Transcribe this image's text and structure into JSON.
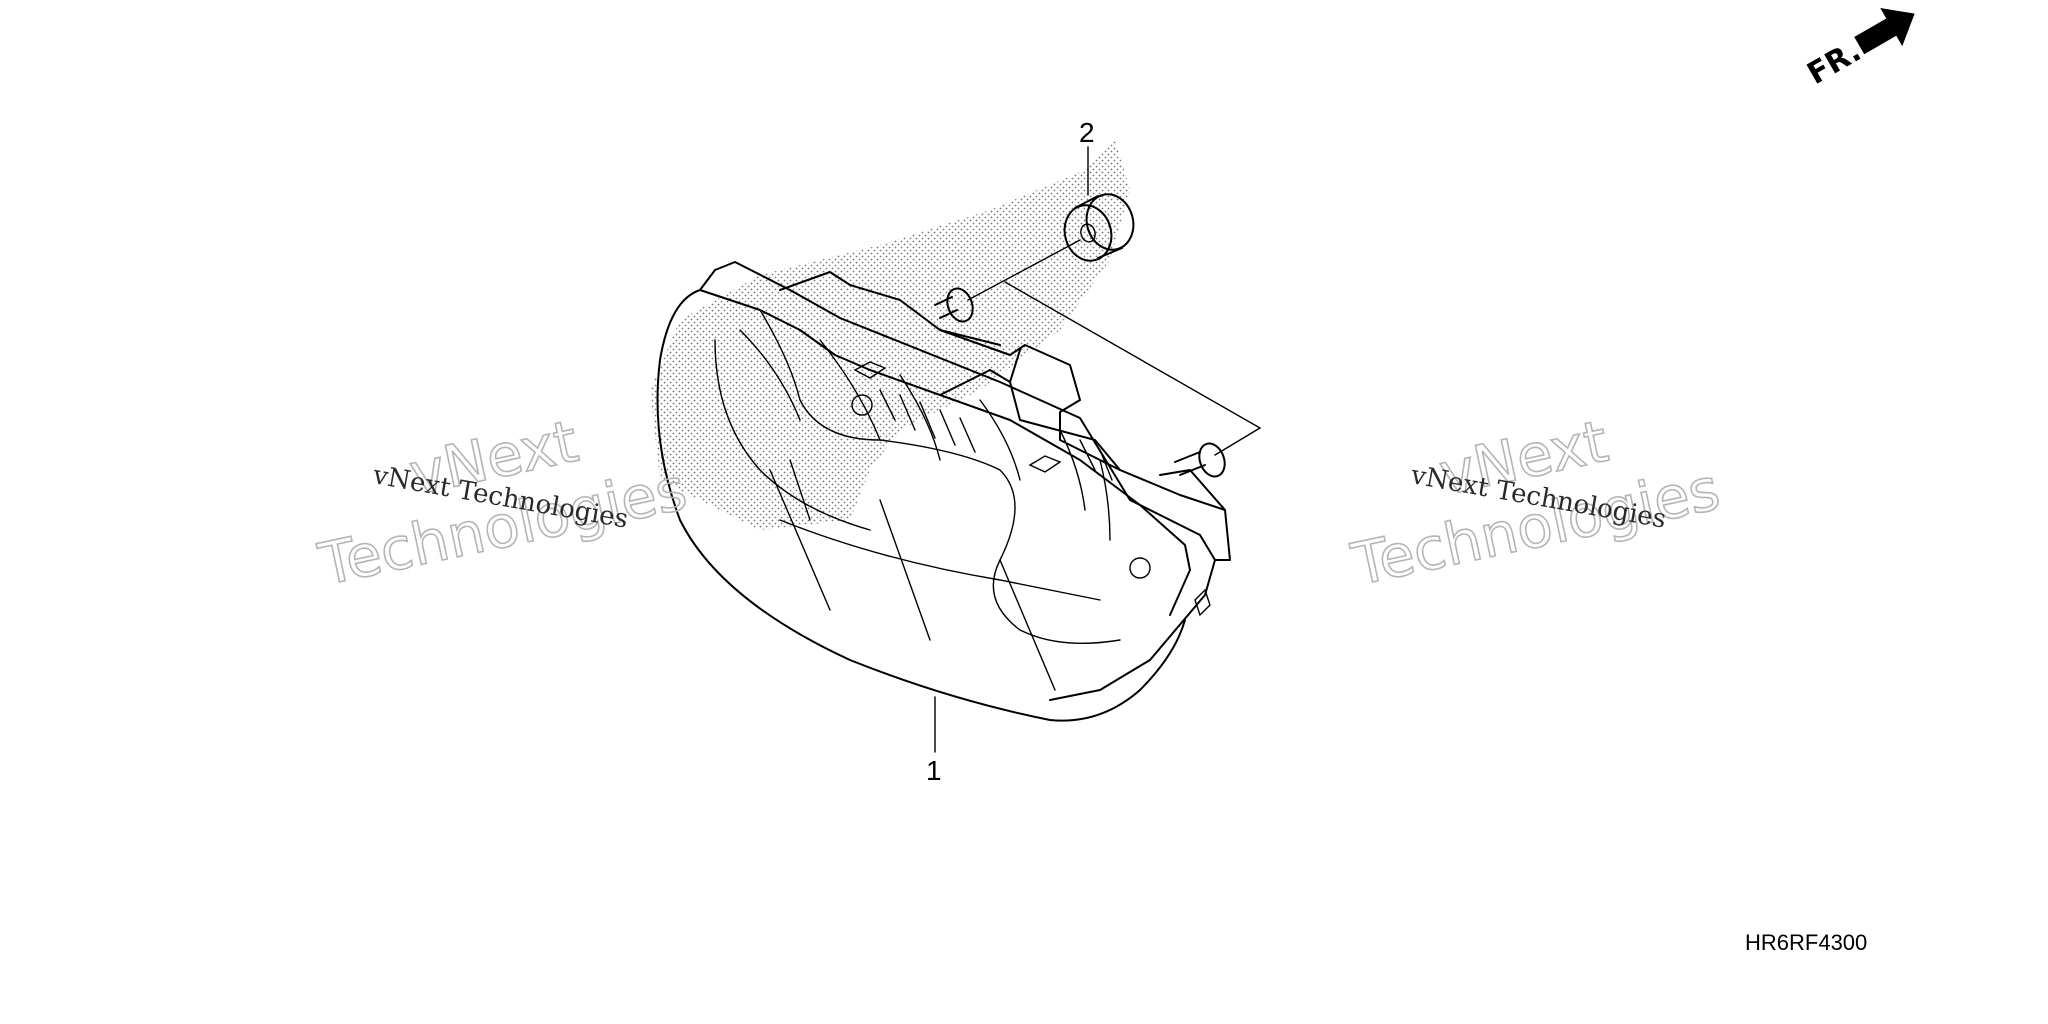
{
  "diagram": {
    "callouts": [
      {
        "id": "1",
        "label": "1"
      },
      {
        "id": "2",
        "label": "2"
      }
    ],
    "direction_indicator": {
      "label": "FR.",
      "icon": "arrow-icon"
    },
    "drawing_code": "HR6RF4300",
    "watermarks": [
      {
        "small": "vNext Technologies",
        "big_line1": "vNext",
        "big_line2": "Technologies"
      },
      {
        "small": "vNext Technologies",
        "big_line1": "vNext",
        "big_line2": "Technologies"
      }
    ]
  }
}
